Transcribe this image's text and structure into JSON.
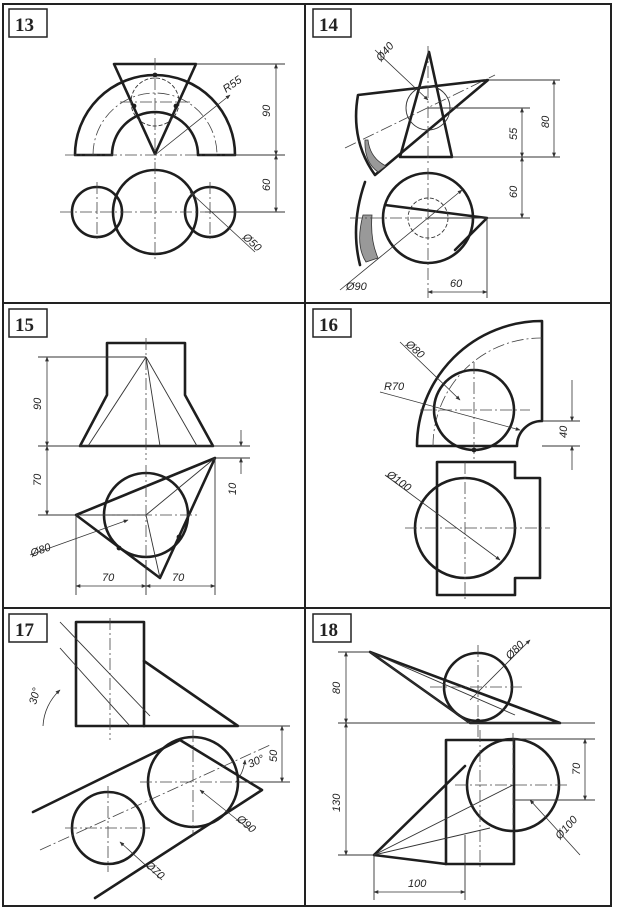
{
  "panels": [
    {
      "number": "13",
      "dims": {
        "r": "R55",
        "h1": "90",
        "h2": "60",
        "d": "Ø50"
      }
    },
    {
      "number": "14",
      "dims": {
        "d1": "Ø40",
        "h1": "55",
        "h2": "80",
        "h3": "60",
        "d2": "Ø90",
        "w": "60"
      }
    },
    {
      "number": "15",
      "dims": {
        "h1": "90",
        "h2": "70",
        "small": "10",
        "d": "Ø80",
        "w1": "70",
        "w2": "70"
      }
    },
    {
      "number": "16",
      "dims": {
        "d1": "Ø80",
        "r": "R70",
        "h": "40",
        "d2": "Ø100"
      }
    },
    {
      "number": "17",
      "dims": {
        "a1": "30°",
        "a2": "30°",
        "h": "50",
        "d1": "Ø90",
        "d2": "Ø70"
      }
    },
    {
      "number": "18",
      "dims": {
        "h1": "80",
        "h2": "70",
        "h3": "130",
        "d1": "Ø80",
        "d2": "Ø100",
        "w": "100"
      }
    }
  ]
}
